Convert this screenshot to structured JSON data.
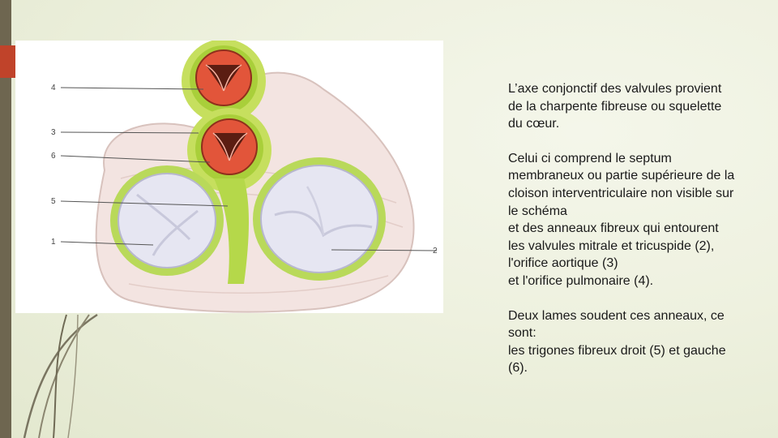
{
  "slide": {
    "figure_labels": [
      "4",
      "3",
      "6",
      "5",
      "1",
      "2"
    ],
    "paragraphs": [
      {
        "lines": [
          "L’axe conjonctif des valvules provient",
          "de la charpente fibreuse ou squelette",
          "du cœur."
        ]
      },
      {
        "lines": [
          "Celui ci comprend le septum",
          "membraneux ou partie supérieure de la",
          "cloison interventriculaire non visible sur",
          "le schéma",
          "et des anneaux fibreux qui entourent",
          "les valvules mitrale et tricuspide (2),",
          "l'orifice aortique (3)",
          "et l'orifice pulmonaire (4)."
        ]
      },
      {
        "lines": [
          "Deux lames soudent ces anneaux, ce",
          "sont:",
          "les trigones fibreux droit (5) et gauche",
          "(6)."
        ]
      }
    ]
  },
  "colors": {
    "sidebar": "#6e6650",
    "accent": "#c0432a",
    "fibrous_ring": "#a9cf3a",
    "valve_red": "#e2553a",
    "valve_white": "#e6e6f2"
  }
}
